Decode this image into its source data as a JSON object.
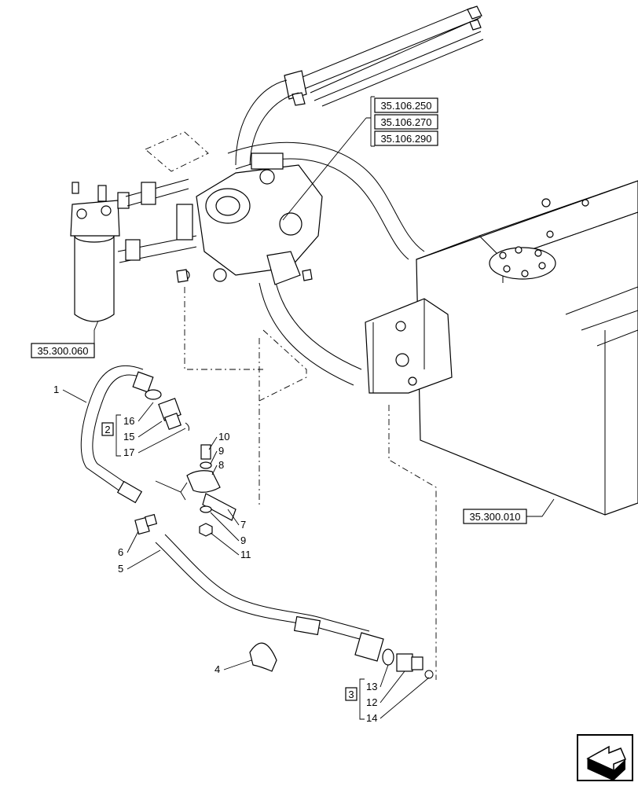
{
  "references": {
    "r1": "35.106.250",
    "r2": "35.106.270",
    "r3": "35.106.290",
    "r4": "35.300.060",
    "r5": "35.300.010"
  },
  "groups": {
    "g2": "2",
    "g3": "3"
  },
  "callouts": {
    "c1": "1",
    "c4": "4",
    "c5": "5",
    "c6": "6",
    "c7": "7",
    "c8": "8",
    "c9a": "9",
    "c9b": "9",
    "c10": "10",
    "c11": "11",
    "c12": "12",
    "c13": "13",
    "c14": "14",
    "c15": "15",
    "c16": "16",
    "c17": "17"
  },
  "icons": {
    "nav": "next-page-arrow-icon"
  }
}
